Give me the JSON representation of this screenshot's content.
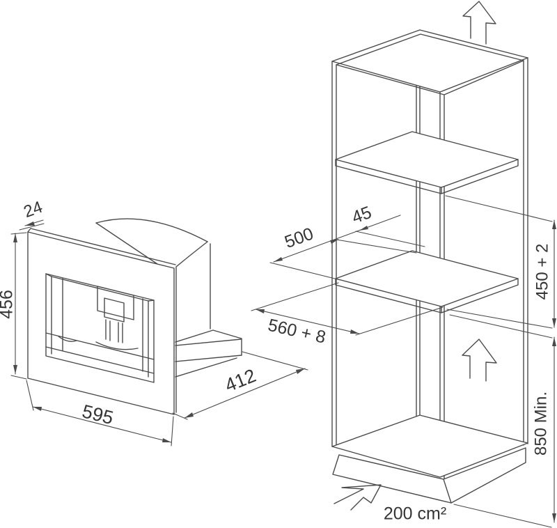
{
  "diagram": {
    "type": "built-in coffee machine installation drawing",
    "colors": {
      "line": "#4a4a4a",
      "text": "#353535",
      "background": "#ffffff"
    }
  },
  "dimensions": {
    "panel_thickness": "24",
    "appliance_height": "456",
    "appliance_width": "595",
    "appliance_depth": "412",
    "shelf_depth": "500",
    "rear_gap": "45",
    "niche_width": "560 + 8",
    "niche_height": "450 + 2",
    "min_install_height": "850 Min.",
    "vent_area": "200 cm²"
  }
}
